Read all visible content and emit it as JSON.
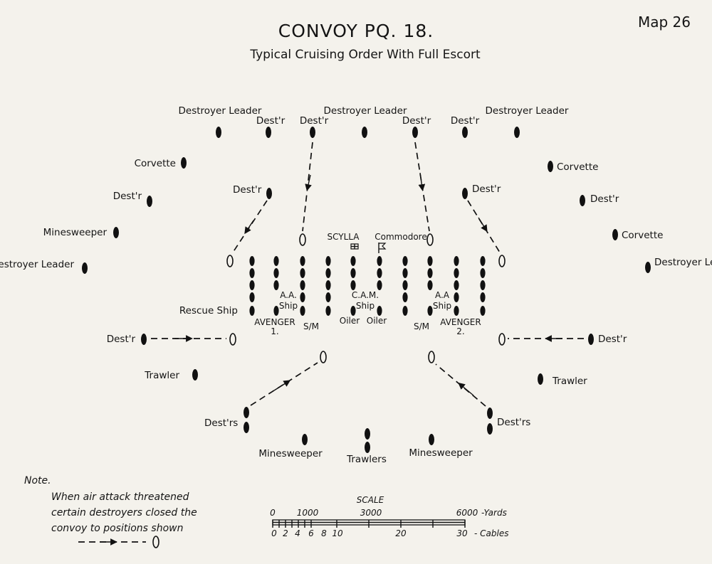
{
  "title": "CONVOY PQ. 18.",
  "subtitle": "Typical Cruising Order With Full Escort",
  "map_number": "Map 26",
  "labels": {
    "destroyer_leader": "Destroyer Leader",
    "destr": "Dest'r",
    "destrs": "Dest'rs",
    "corvette": "Corvette",
    "minesweeper": "Minesweeper",
    "trawler": "Trawler",
    "trawlers": "Trawlers",
    "rescue_ship": "Rescue Ship",
    "scylla": "SCYLLA",
    "commodore": "Commodore",
    "aa_ship_left": "A.A. Ship",
    "aa_ship_right": "A.A Ship",
    "cam_ship": "C.A.M. Ship",
    "oiler": "Oiler",
    "sm": "S/M",
    "avenger_1": "AVENGER 1.",
    "avenger_2": "AVENGER 2."
  },
  "note": {
    "heading": "Note.",
    "lines": [
      "When air attack threatened",
      "certain destroyers closed the",
      "convoy to positions shown"
    ]
  },
  "scale": {
    "heading": "SCALE",
    "yards_ticks": [
      "0",
      "1000",
      "3000",
      "6000"
    ],
    "yards_unit": "-Yards",
    "cables_ticks": [
      "0",
      "2",
      "4",
      "6",
      "8",
      "10",
      "20",
      "30"
    ],
    "cables_unit": "- Cables"
  }
}
